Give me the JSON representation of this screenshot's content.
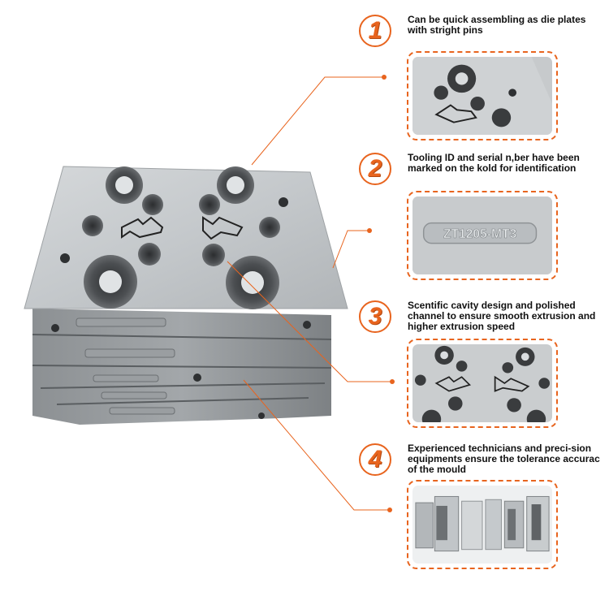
{
  "features": [
    {
      "number": "1",
      "text": "Can be quick assembling as die plates with stright pins",
      "icon": "plate-holes-closeup"
    },
    {
      "number": "2",
      "text": "Tooling ID and serial n,ber have been marked on the kold for identification",
      "icon": "engraved-serial-closeup"
    },
    {
      "number": "3",
      "text": "Scentific cavity design and polished channel to ensure smooth extrusion and higher extrusion speed",
      "icon": "cavity-closeup"
    },
    {
      "number": "4",
      "text": "Experienced technicians and preci-sion equipments ensure the tolerance accurac of the mould",
      "icon": "mould-parts-lineup"
    }
  ],
  "serial_mark": "ZT1205-MT3",
  "colors": {
    "accent": "#e8641e",
    "text": "#111111",
    "metal": "#b5b9bc"
  }
}
